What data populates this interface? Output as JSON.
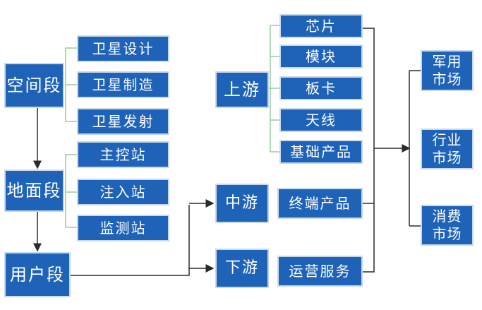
{
  "segments": {
    "space": {
      "label": "空间段",
      "items": [
        "卫星设计",
        "卫星制造",
        "卫星发射"
      ]
    },
    "ground": {
      "label": "地面段",
      "items": [
        "主控站",
        "注入站",
        "监测站"
      ]
    },
    "user": {
      "label": "用户段"
    }
  },
  "chain": {
    "upstream": {
      "label": "上游",
      "items": [
        "芯片",
        "模块",
        "板卡",
        "天线",
        "基础产品"
      ]
    },
    "midstream": {
      "label": "中游",
      "item": "终端产品"
    },
    "downstream": {
      "label": "下游",
      "item": "运营服务"
    }
  },
  "markets": [
    {
      "line1": "军用",
      "line2": "市场"
    },
    {
      "line1": "行业",
      "line2": "市场"
    },
    {
      "line1": "消费",
      "line2": "市场"
    }
  ],
  "colors": {
    "box": "#1e63b8",
    "box_border": "#c9d8ea",
    "line": "#2b2b2b",
    "bracket": "#9ccb9a"
  }
}
